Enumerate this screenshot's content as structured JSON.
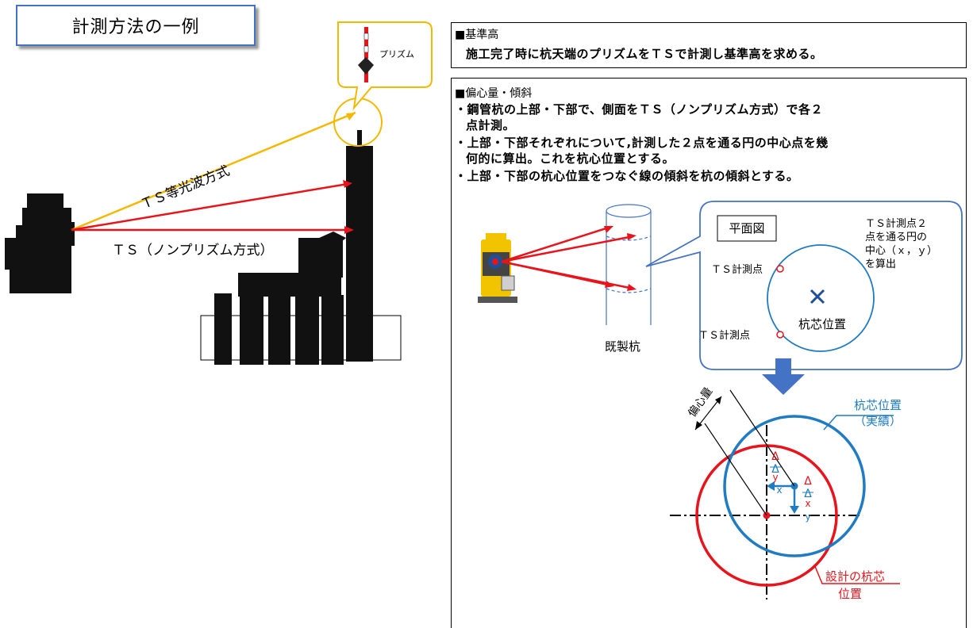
{
  "title": "計測方法の一例",
  "left_diagram": {
    "prism_label": "プリズム",
    "ts_light_wave": "ＴＳ等光波方式",
    "ts_non_prism": "ＴＳ（ノンプリズム方式）"
  },
  "section_reference_height": {
    "heading": "■基準高",
    "body": "施工完了時に杭天端のプリズムをＴＳで計測し基準高を求める。"
  },
  "section_eccentricity": {
    "heading": "■偏心量・傾斜",
    "bullets": [
      "・鋼管杭の上部・下部で、側面をＴＳ（ノンプリズム方式）で各２",
      "点計測。",
      "・上部・下部それぞれについて,計測した２点を通る円の中心点を幾",
      "何的に算出。これを杭心位置とする。",
      "・上部・下部の杭心位置をつなぐ線の傾斜を杭の傾斜とする。"
    ]
  },
  "plan_view": {
    "title": "平面図",
    "note_lines": [
      "ＴＳ計測点２",
      "点を通る円の",
      "中心（ｘ，ｙ）",
      "を算出"
    ],
    "measure_point_top": "ＴＳ計測点",
    "measure_point_bottom": "ＴＳ計測点",
    "center_label": "杭芯位置",
    "pile_label": "既製杭"
  },
  "result_diagram": {
    "eccentricity_label": "偏心量",
    "actual_label_line1": "杭芯位置",
    "actual_label_line2": "（実績）",
    "design_label_line1": "設計の杭芯",
    "design_label_line2": "位置",
    "delta_y_red": [
      "Δ",
      "y"
    ],
    "delta_y_blue": [
      "Δ",
      "x"
    ],
    "delta_x_red": [
      "Δ",
      "x"
    ],
    "delta_x_blue": [
      "Δ",
      "y"
    ]
  },
  "colors": {
    "red": "#e8141c",
    "blue": "#1f7bc2",
    "orange": "#f5b800",
    "title_border": "#4472c4",
    "arrow_blue": "#4472c4"
  }
}
